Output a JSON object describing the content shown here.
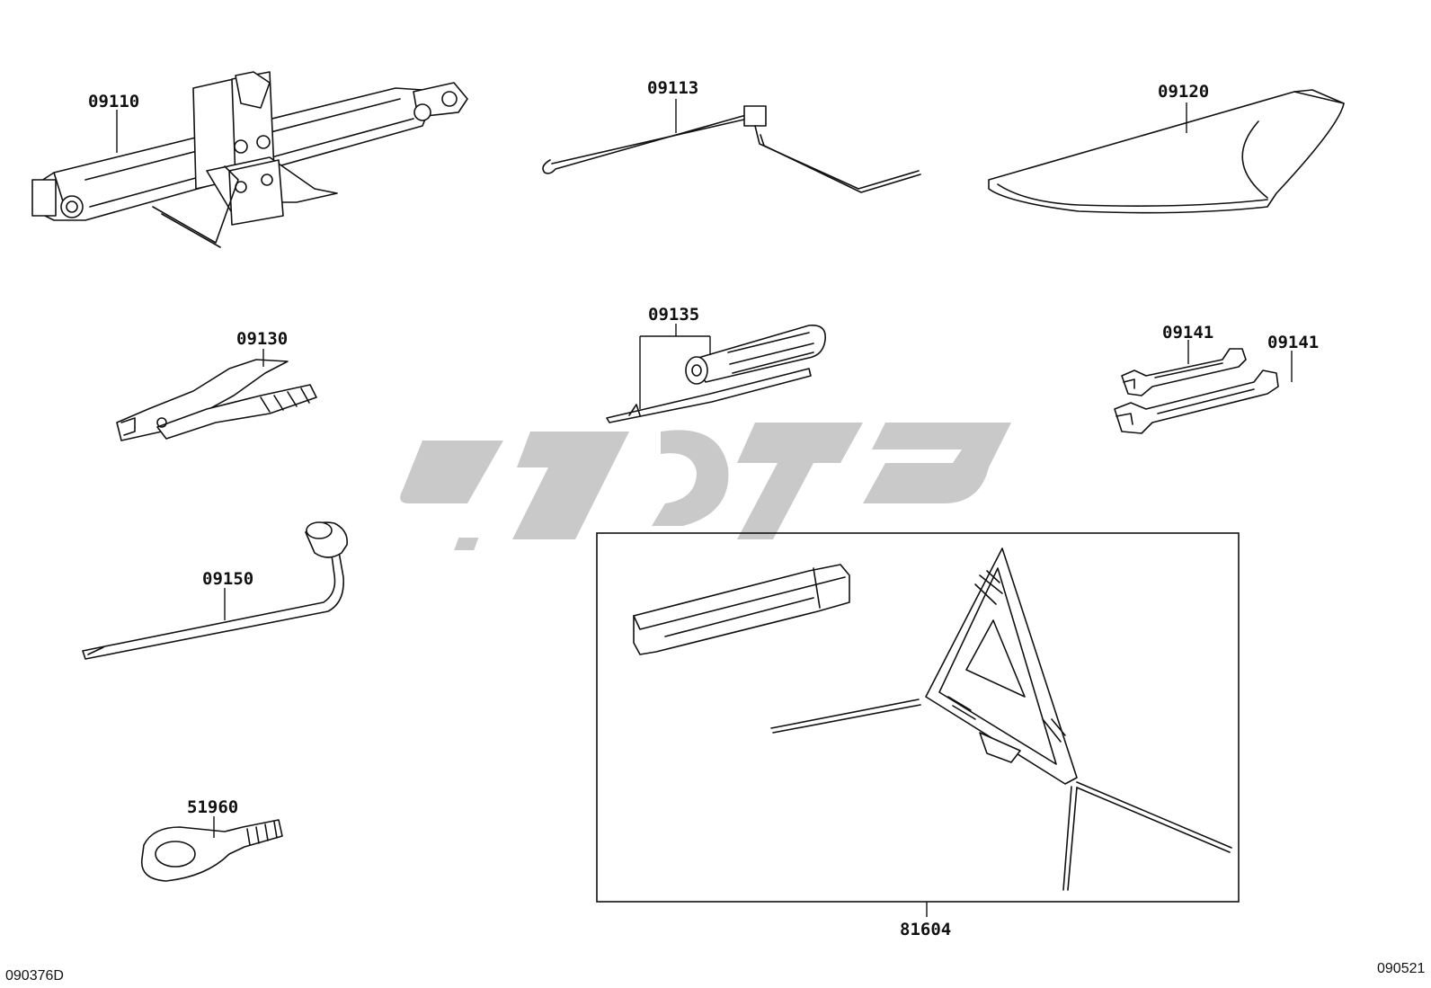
{
  "parts": {
    "jack": "09110",
    "jack_handle": "09113",
    "tool_bag": "09120",
    "pliers": "09130",
    "screwdriver": "09135",
    "wrench_a": "09141",
    "wrench_b": "09141",
    "wheel_nut_wrench": "09150",
    "towing_eye": "51960",
    "warning_triangle_kit": "81604"
  },
  "codes": {
    "left": "090376D",
    "right": "090521"
  },
  "watermark": {
    "color": "#c9c9c9"
  }
}
